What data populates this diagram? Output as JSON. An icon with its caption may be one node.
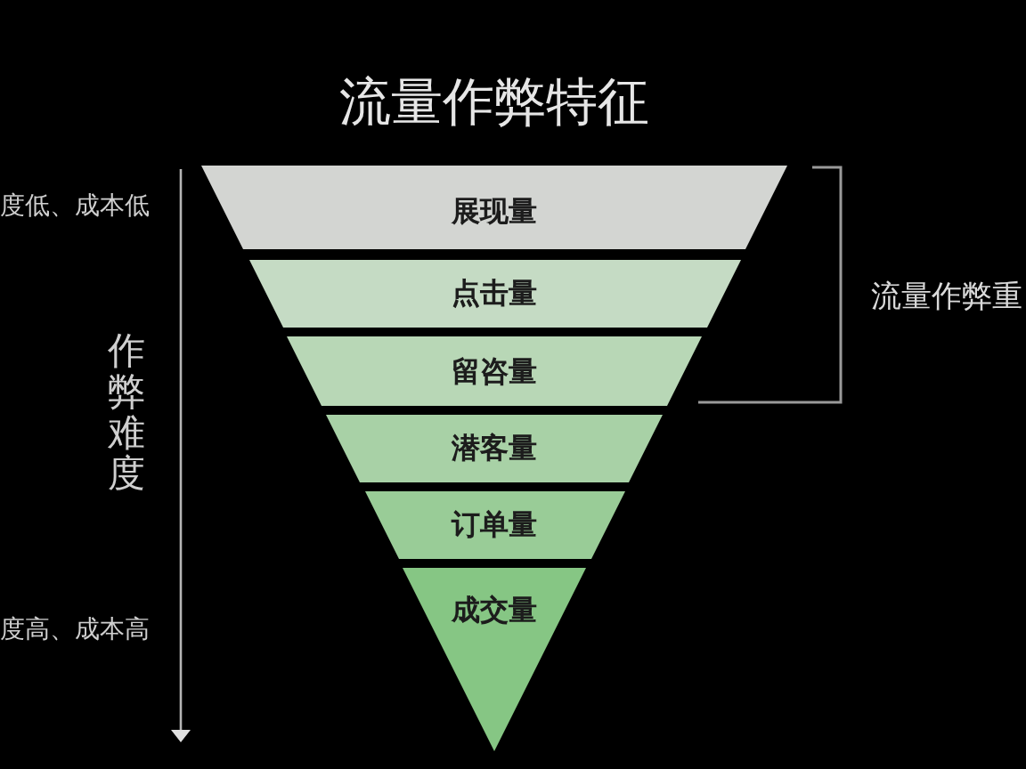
{
  "diagram": {
    "title": "流量作弊特征",
    "nodes": [
      {
        "text": [
          "展现量"
        ]
      },
      {
        "text": [
          "点击量"
        ]
      },
      {
        "text": [
          "留咨量"
        ]
      },
      {
        "text": [
          "潜客量"
        ]
      },
      {
        "text": [
          "订单量"
        ]
      },
      {
        "text": [
          "成交量"
        ]
      }
    ],
    "labels": [
      "度低、成本低",
      "作弊难度",
      "度高、成本高",
      "流量作弊重"
    ]
  }
}
